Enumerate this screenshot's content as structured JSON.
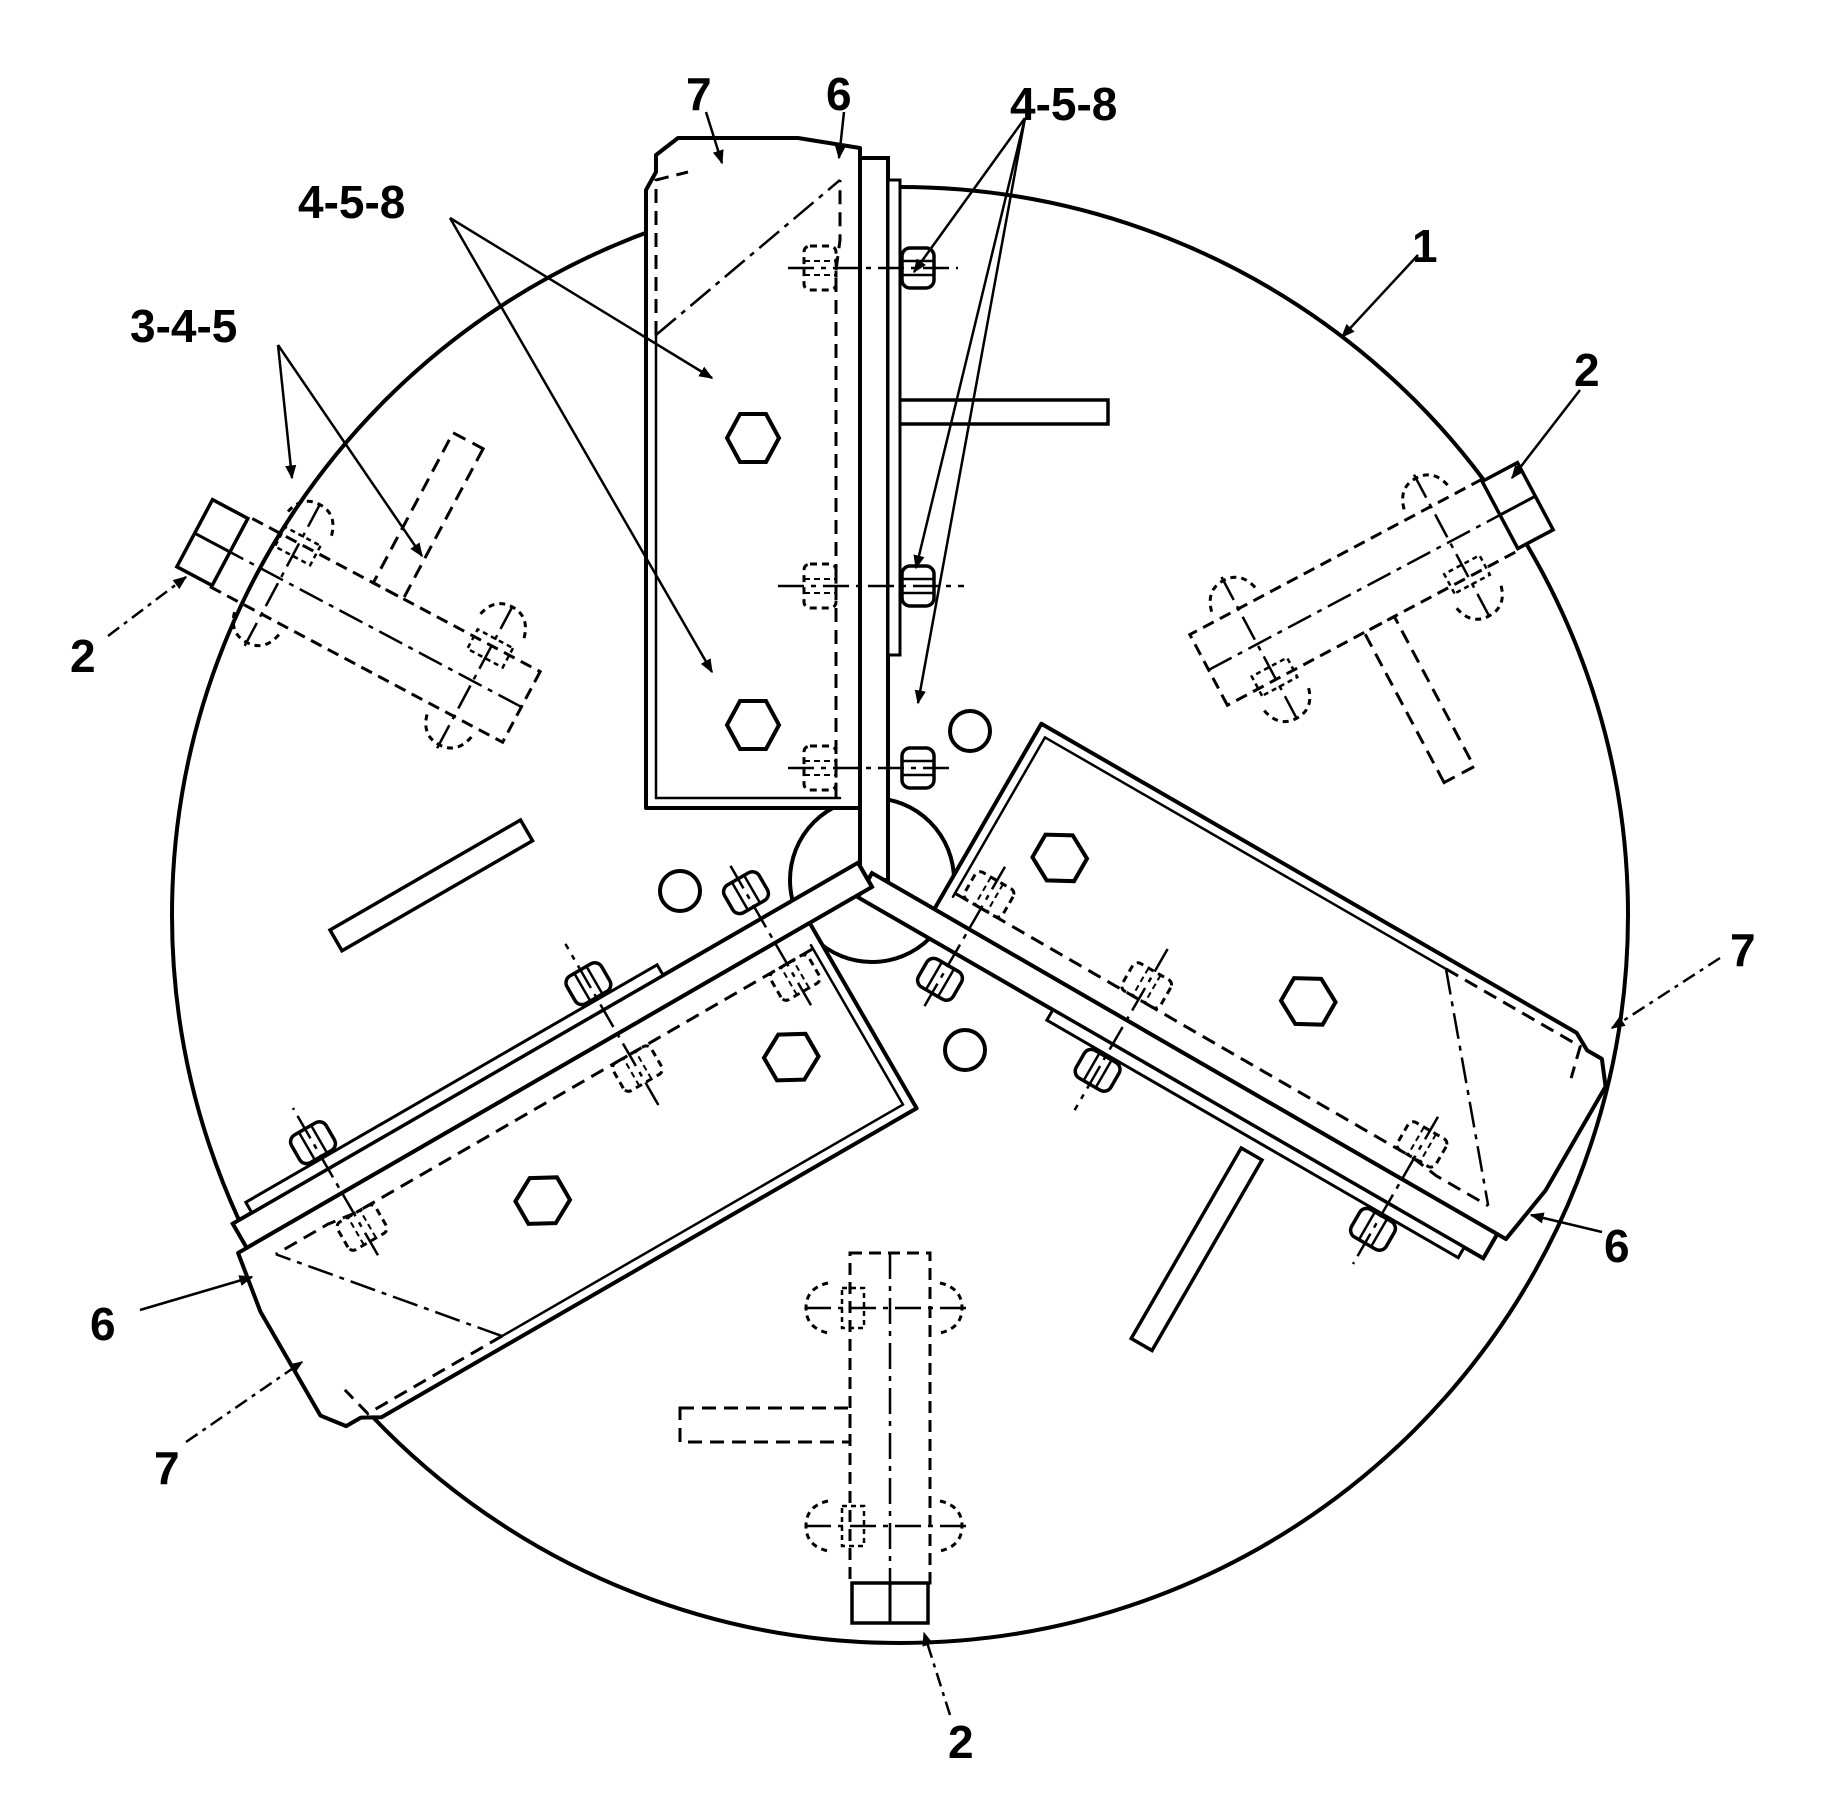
{
  "callouts": {
    "disc": "1",
    "stud_right": "2",
    "stud_left": "2",
    "stud_bottom": "2",
    "bolt_group_top_left": "3-4-5",
    "bolts_plate_top": "4-5-8",
    "bolts_rib_top": "4-5-8",
    "rib_end_top": "6",
    "rib_end_right": "6",
    "rib_end_left": "6",
    "plate_tip_top": "7",
    "plate_tip_right": "7",
    "plate_tip_left": "7"
  }
}
